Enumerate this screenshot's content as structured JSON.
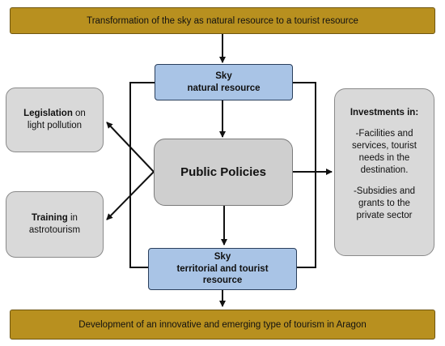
{
  "top_banner": "Transformation of the sky as natural resource to a tourist resource",
  "bottom_banner": "Development of an innovative and emerging type of tourism in Aragon",
  "sky_natural": {
    "line1": "Sky",
    "line2": "natural resource"
  },
  "sky_territorial": {
    "line1": "Sky",
    "line2": "territorial and tourist",
    "line3": "resource"
  },
  "public_policies": "Public Policies",
  "legislation": {
    "bold": "Legislation",
    "rest": " on",
    "line2": "light pollution"
  },
  "training": {
    "bold": "Training",
    "rest": " in",
    "line2": "astrotourism"
  },
  "investments": {
    "title": "Investments in:",
    "p1_l1": "-Facilities and",
    "p1_l2": "services, tourist",
    "p1_l3": "needs in the",
    "p1_l4": "destination.",
    "p2_l1": "-Subsidies and",
    "p2_l2": "grants to the",
    "p2_l3": "private sector"
  },
  "colors": {
    "banner": "#b8901f",
    "sky_box": "#a9c4e6",
    "grey_box": "#d9d9d9",
    "policies_box": "#cfcfcf"
  }
}
